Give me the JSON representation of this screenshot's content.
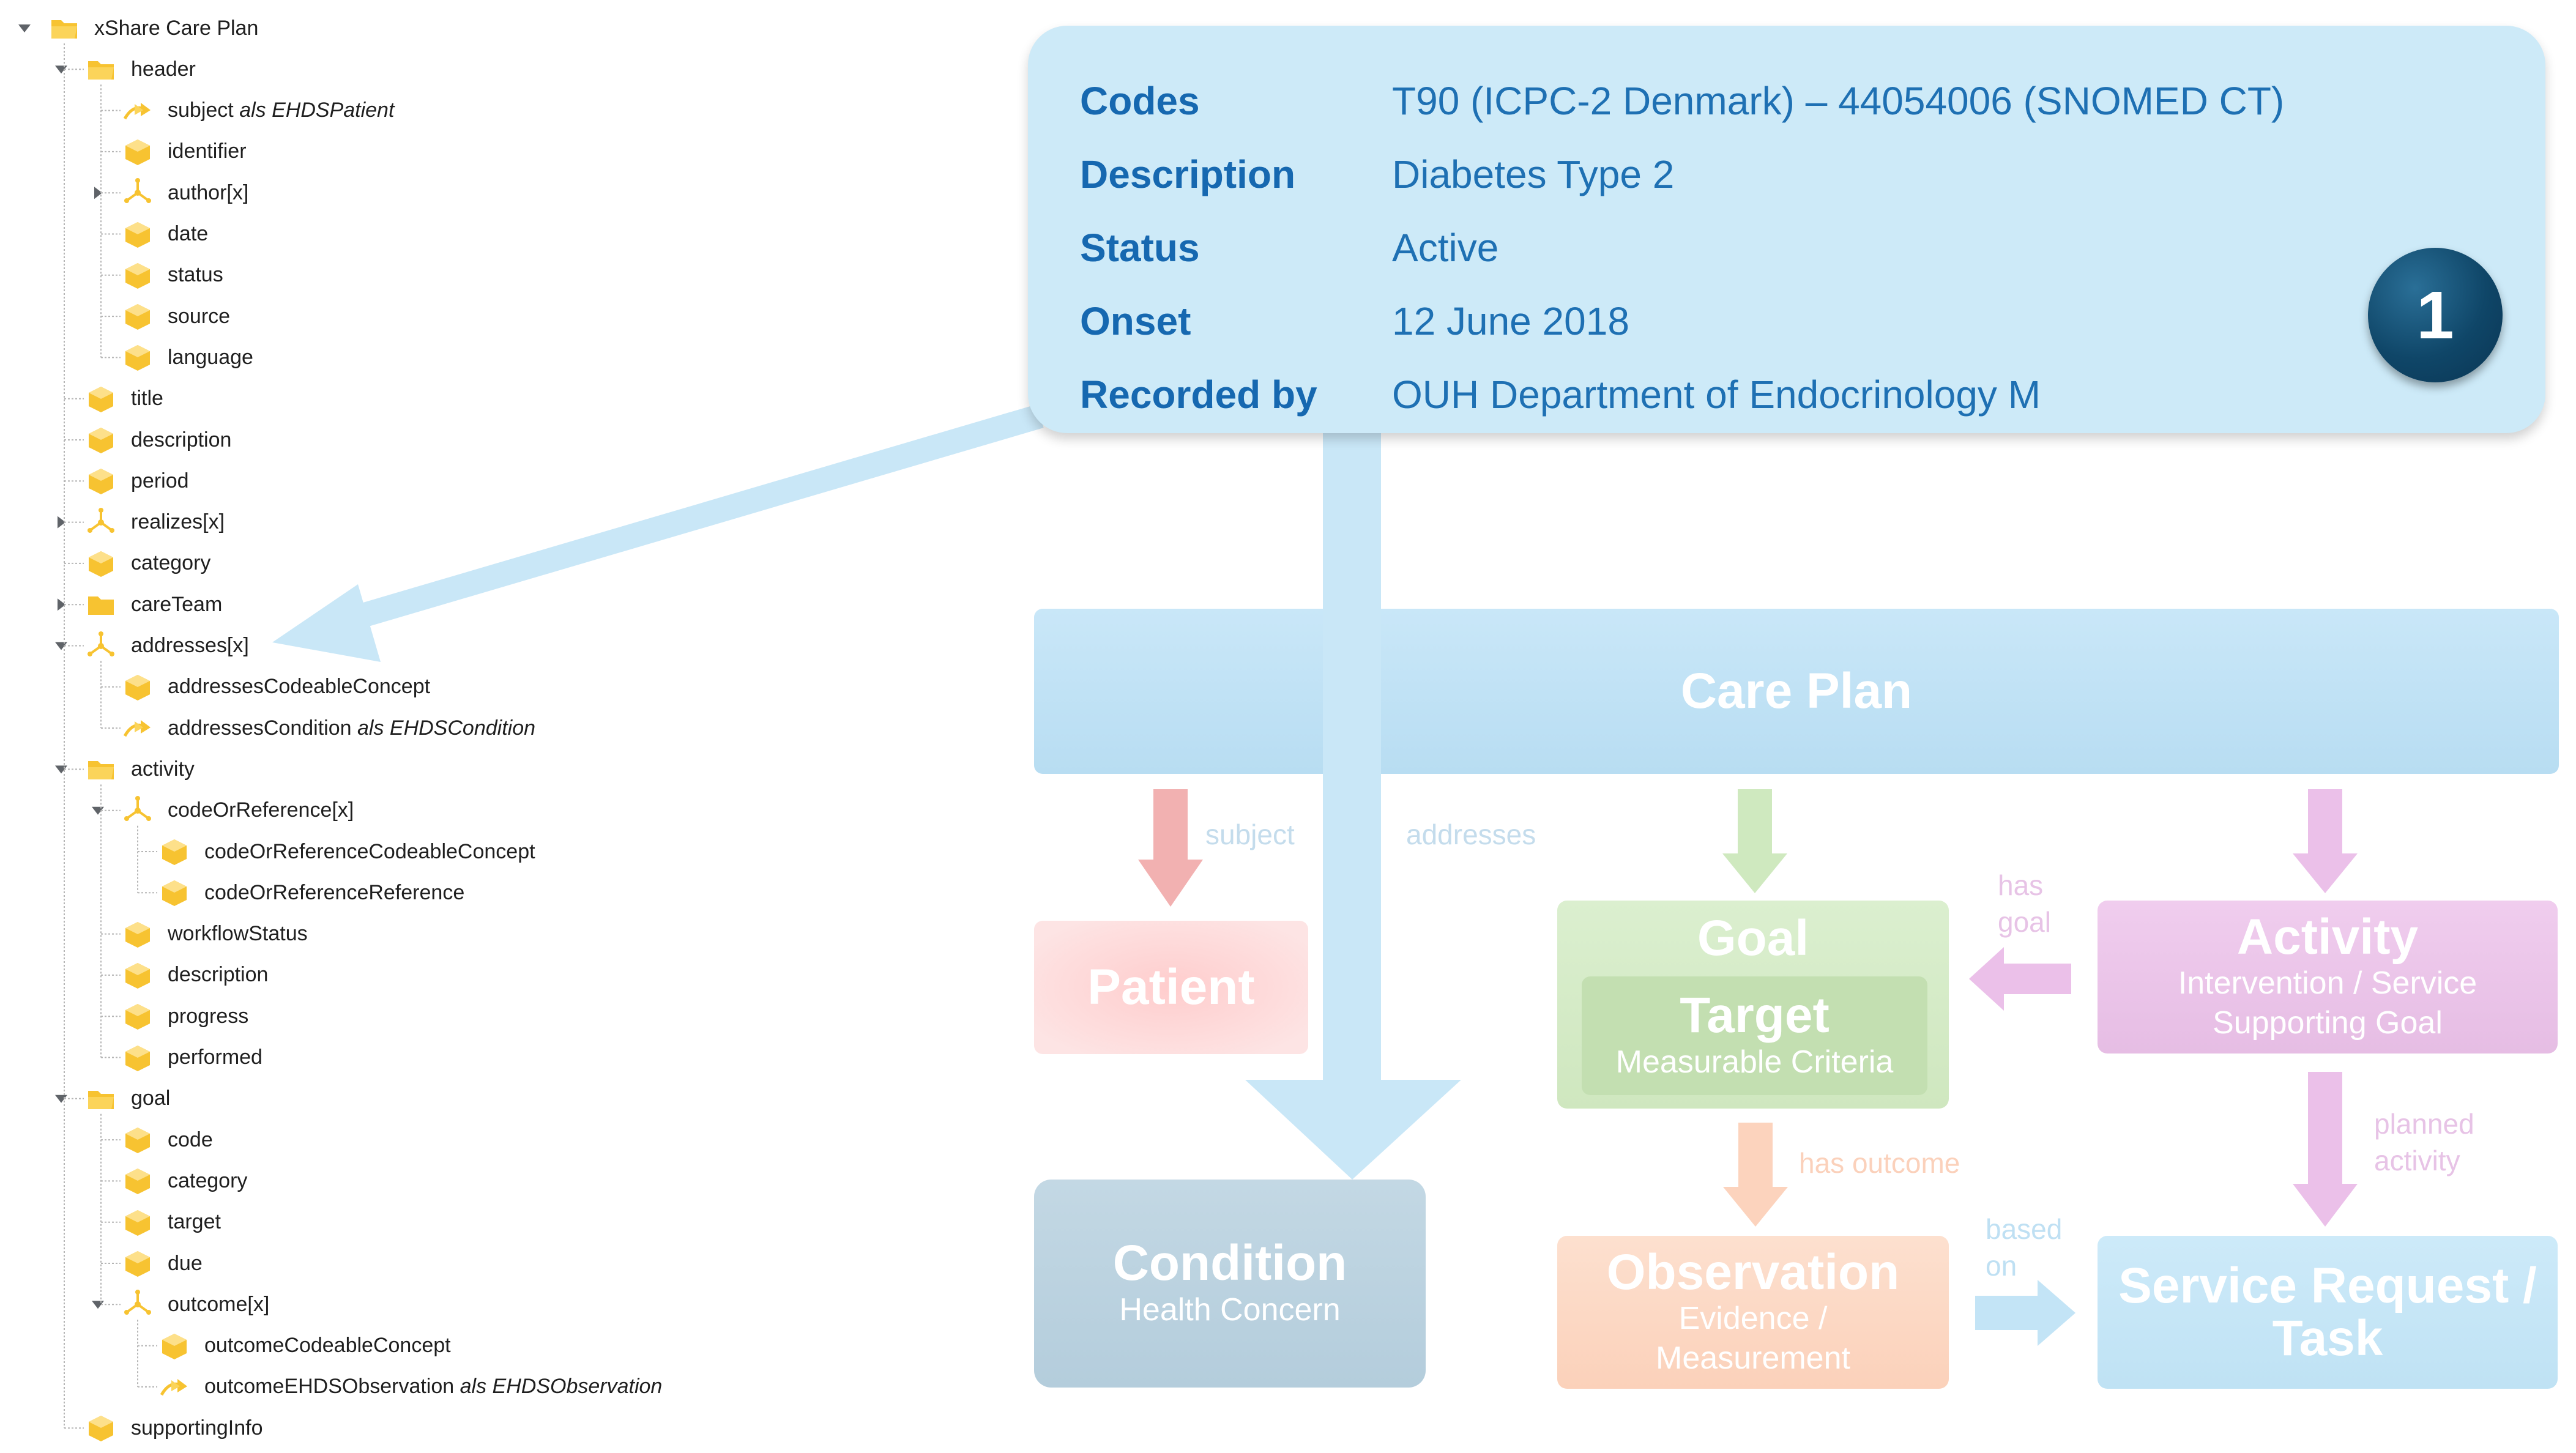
{
  "tree": {
    "nodes": [
      {
        "label": "xShare Care Plan",
        "icon": "folder-open",
        "depth": 0,
        "toggle": "expanded"
      },
      {
        "label": "header",
        "icon": "folder-open",
        "depth": 1,
        "toggle": "expanded"
      },
      {
        "label": "subject",
        "als": "als EHDSPatient",
        "icon": "reference-arrow",
        "depth": 2,
        "toggle": "none"
      },
      {
        "label": "identifier",
        "icon": "element-cube",
        "depth": 2,
        "toggle": "none"
      },
      {
        "label": "author[x]",
        "icon": "choice-split",
        "depth": 2,
        "toggle": "collapsed"
      },
      {
        "label": "date",
        "icon": "element-cube",
        "depth": 2,
        "toggle": "none"
      },
      {
        "label": "status",
        "icon": "element-cube",
        "depth": 2,
        "toggle": "none"
      },
      {
        "label": "source",
        "icon": "element-cube",
        "depth": 2,
        "toggle": "none"
      },
      {
        "label": "language",
        "icon": "element-cube",
        "depth": 2,
        "toggle": "none"
      },
      {
        "label": "title",
        "icon": "element-cube",
        "depth": 1,
        "toggle": "none"
      },
      {
        "label": "description",
        "icon": "element-cube",
        "depth": 1,
        "toggle": "none"
      },
      {
        "label": "period",
        "icon": "element-cube",
        "depth": 1,
        "toggle": "none"
      },
      {
        "label": "realizes[x]",
        "icon": "choice-split",
        "depth": 1,
        "toggle": "collapsed"
      },
      {
        "label": "category",
        "icon": "element-cube",
        "depth": 1,
        "toggle": "none"
      },
      {
        "label": "careTeam",
        "icon": "folder-closed",
        "depth": 1,
        "toggle": "collapsed"
      },
      {
        "label": "addresses[x]",
        "icon": "choice-split",
        "depth": 1,
        "toggle": "expanded"
      },
      {
        "label": "addressesCodeableConcept",
        "icon": "element-cube",
        "depth": 2,
        "toggle": "none"
      },
      {
        "label": "addressesCondition",
        "als": "als EHDSCondition",
        "icon": "reference-arrow",
        "depth": 2,
        "toggle": "none"
      },
      {
        "label": "activity",
        "icon": "folder-open",
        "depth": 1,
        "toggle": "expanded"
      },
      {
        "label": "codeOrReference[x]",
        "icon": "choice-split",
        "depth": 2,
        "toggle": "expanded"
      },
      {
        "label": "codeOrReferenceCodeableConcept",
        "icon": "element-cube",
        "depth": 3,
        "toggle": "none"
      },
      {
        "label": "codeOrReferenceReference",
        "icon": "element-cube",
        "depth": 3,
        "toggle": "none"
      },
      {
        "label": "workflowStatus",
        "icon": "element-cube",
        "depth": 2,
        "toggle": "none"
      },
      {
        "label": "description",
        "icon": "element-cube",
        "depth": 2,
        "toggle": "none"
      },
      {
        "label": "progress",
        "icon": "element-cube",
        "depth": 2,
        "toggle": "none"
      },
      {
        "label": "performed",
        "icon": "element-cube",
        "depth": 2,
        "toggle": "none"
      },
      {
        "label": "goal",
        "icon": "folder-open",
        "depth": 1,
        "toggle": "expanded"
      },
      {
        "label": "code",
        "icon": "element-cube",
        "depth": 2,
        "toggle": "none"
      },
      {
        "label": "category",
        "icon": "element-cube",
        "depth": 2,
        "toggle": "none"
      },
      {
        "label": "target",
        "icon": "element-cube",
        "depth": 2,
        "toggle": "none"
      },
      {
        "label": "due",
        "icon": "element-cube",
        "depth": 2,
        "toggle": "none"
      },
      {
        "label": "outcome[x]",
        "icon": "choice-split",
        "depth": 2,
        "toggle": "expanded"
      },
      {
        "label": "outcomeCodeableConcept",
        "icon": "element-cube",
        "depth": 3,
        "toggle": "none"
      },
      {
        "label": "outcomeEHDSObservation",
        "als": "als EHDSObservation",
        "icon": "reference-arrow",
        "depth": 3,
        "toggle": "none"
      },
      {
        "label": "supportingInfo",
        "icon": "element-cube",
        "depth": 1,
        "toggle": "none"
      }
    ]
  },
  "info_card": {
    "rows": [
      {
        "key": "Codes",
        "value": "T90 (ICPC-2 Denmark) – 44054006 (SNOMED CT)"
      },
      {
        "key": "Description",
        "value": "Diabetes Type 2"
      },
      {
        "key": "Status",
        "value": "Active"
      },
      {
        "key": "Onset",
        "value": "12 June 2018"
      },
      {
        "key": "Recorded by",
        "value": "OUH Department of Endocrinology M"
      }
    ],
    "step_number": "1"
  },
  "diagram": {
    "care_plan": {
      "title": "Care Plan"
    },
    "patient": {
      "title": "Patient"
    },
    "condition": {
      "title": "Condition",
      "subtitle": "Health Concern"
    },
    "goal": {
      "title": "Goal",
      "target_title": "Target",
      "target_subtitle": "Measurable Criteria"
    },
    "activity": {
      "title": "Activity",
      "subtitle_line1": "Intervention / Service",
      "subtitle_line2": "Supporting Goal"
    },
    "observation": {
      "title": "Observation",
      "subtitle_line1": "Evidence /",
      "subtitle_line2": "Measurement"
    },
    "service_request": {
      "title_line1": "Service Request /",
      "title_line2": "Task"
    },
    "edges": {
      "subject": "subject",
      "addresses": "addresses",
      "has_goal_line1": "has",
      "has_goal_line2": "goal",
      "has_outcome": "has outcome",
      "planned_activity_line1": "planned",
      "planned_activity_line2": "activity",
      "based_on_line1": "based",
      "based_on_line2": "on"
    }
  },
  "colors": {
    "tree_folder": "#f7c331",
    "tree_cube": "#f7c331",
    "card_bg": "#cdeaf8",
    "card_key": "#1668b0",
    "card_value": "#1e70b3",
    "badge": "#0f4668",
    "big_arrow": "#c9e7f7",
    "care_plan": "#c3e3f5",
    "patient": "#fad0d0",
    "condition": "#bcd3e0",
    "goal": "#d6ecc8",
    "activity": "#ecc5ea",
    "observation": "#fcd8c4",
    "service_request": "#c6e6f6"
  }
}
